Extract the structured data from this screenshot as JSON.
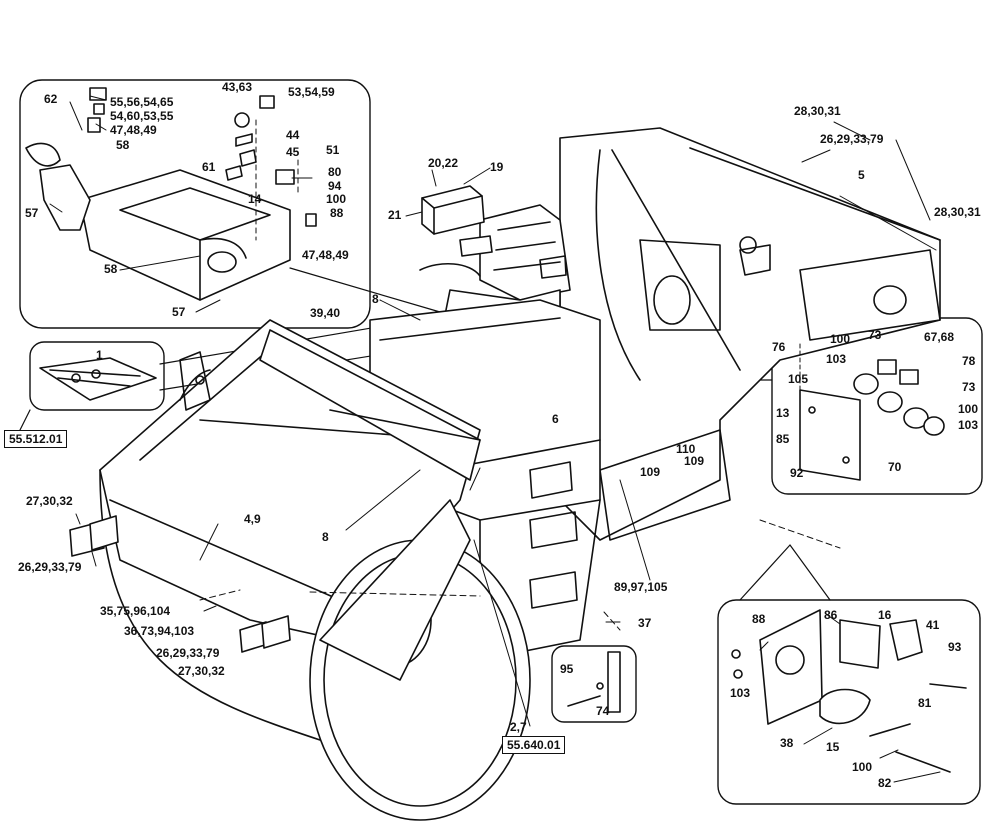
{
  "labels": {
    "l_62": "62",
    "l_5556": "55,56,54,65",
    "l_5460": "54,60,53,55",
    "l_4748a": "47,48,49",
    "l_58a": "58",
    "l_57a": "57",
    "l_4363": "43,63",
    "l_535459": "53,54,59",
    "l_44": "44",
    "l_45": "45",
    "l_61": "61",
    "l_51": "51",
    "l_80": "80",
    "l_94": "94",
    "l_100a": "100",
    "l_14": "14",
    "l_88a": "88",
    "l_4748b": "47,48,49",
    "l_58b": "58",
    "l_57b": "57",
    "l_2022": "20,22",
    "l_19": "19",
    "l_21": "21",
    "l_8a": "8",
    "l_3940": "39,40",
    "l_1": "1",
    "l_283031a": "28,30,31",
    "l_26293379a": "26,29,33,79",
    "l_5": "5",
    "l_283031b": "28,30,31",
    "l_100b": "100",
    "l_73a": "73",
    "l_6768": "67,68",
    "l_76": "76",
    "l_103a": "103",
    "l_78": "78",
    "l_105": "105",
    "l_73b": "73",
    "l_13": "13",
    "l_100c": "100",
    "l_103b": "103",
    "l_85": "85",
    "l_92": "92",
    "l_70": "70",
    "l_6": "6",
    "l_110": "110",
    "l_109a": "109",
    "l_109b": "109",
    "l_273032a": "27,30,32",
    "l_49": "4,9",
    "l_8b": "8",
    "l_26293379b": "26,29,33,79",
    "l_3575": "35,75,96,104",
    "l_3673": "36,73,94,103",
    "l_26293379c": "26,29,33,79",
    "l_273032b": "27,30,32",
    "l_8997": "89,97,105",
    "l_37": "37",
    "l_95": "95",
    "l_74": "74",
    "l_27": "2,7",
    "l_88b": "88",
    "l_86": "86",
    "l_16": "16",
    "l_41": "41",
    "l_93": "93",
    "l_103c": "103",
    "l_81": "81",
    "l_38": "38",
    "l_15": "15",
    "l_100d": "100",
    "l_82": "82"
  },
  "refs": {
    "r1": "55.512.01",
    "r2": "55.640.01"
  }
}
